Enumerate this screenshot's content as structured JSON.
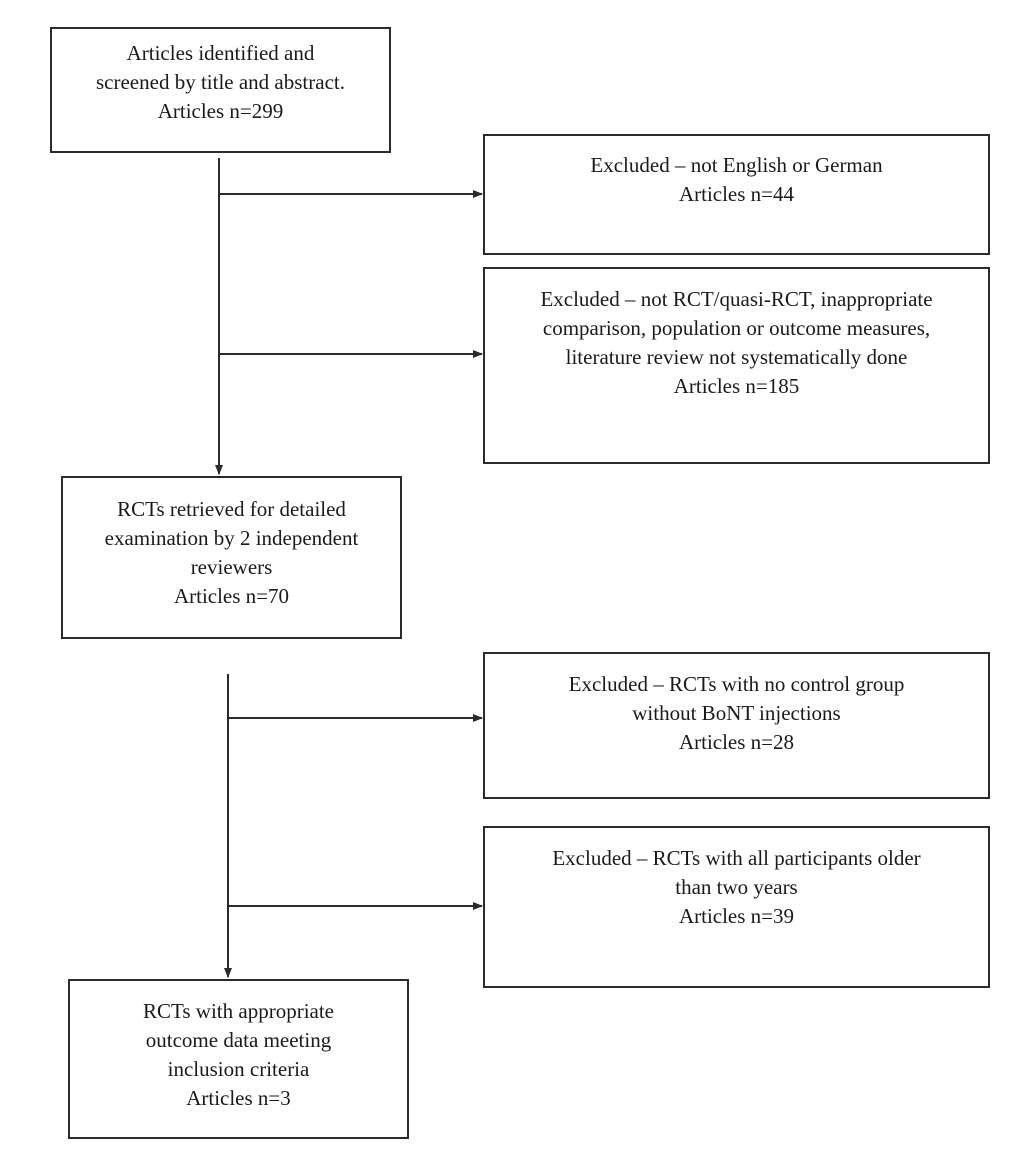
{
  "boxes": {
    "identified": {
      "lines": [
        "Articles identified and",
        "screened by title and abstract."
      ],
      "count": "Articles n=299"
    },
    "excluded_language": {
      "lines": [
        "Excluded – not English or German"
      ],
      "count": "Articles n=44"
    },
    "excluded_design": {
      "lines": [
        "Excluded – not RCT/quasi-RCT, inappropriate",
        "comparison, population or outcome measures,",
        "literature review not systematically done"
      ],
      "count": "Articles n=185"
    },
    "retrieved": {
      "lines": [
        "RCTs retrieved for detailed",
        "examination by 2 independent",
        "reviewers"
      ],
      "count": "Articles n=70"
    },
    "excluded_control": {
      "lines": [
        "Excluded – RCTs with no control group",
        "without BoNT injections"
      ],
      "count": "Articles n=28"
    },
    "excluded_age": {
      "lines": [
        "Excluded – RCTs with all participants older",
        "than two years"
      ],
      "count": "Articles n=39"
    },
    "included": {
      "lines": [
        "RCTs with appropriate",
        "outcome data meeting",
        "inclusion criteria"
      ],
      "count": "Articles n=3"
    }
  },
  "colors": {
    "line": "#2b2b2b",
    "text": "#1a1a1a",
    "background": "#ffffff"
  }
}
